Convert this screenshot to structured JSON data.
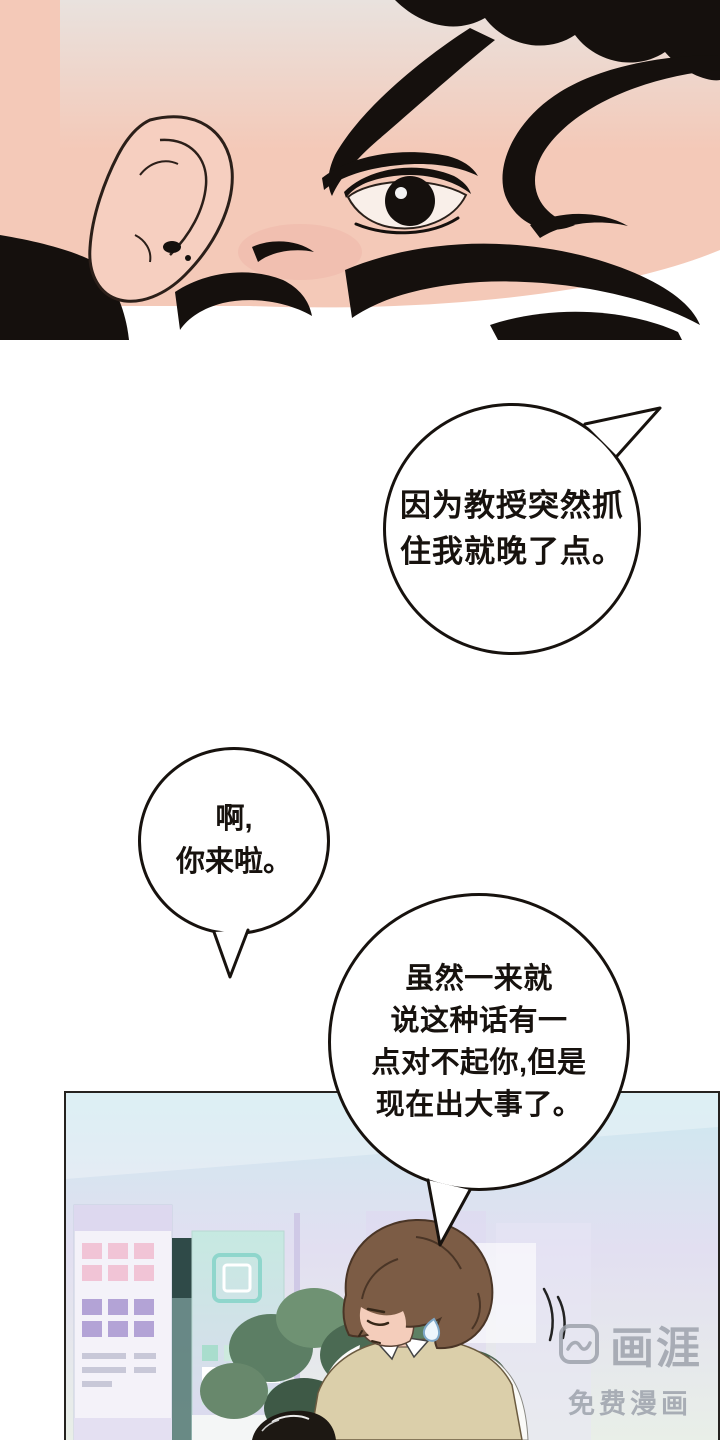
{
  "speech_bubbles": [
    {
      "id": "bubble-1",
      "lines": [
        "因为教授突然抓",
        "住我就晚了点。"
      ]
    },
    {
      "id": "bubble-2",
      "lines": [
        "啊,",
        "你来啦。"
      ]
    },
    {
      "id": "bubble-3",
      "lines": [
        "虽然一来就",
        "说这种话有一",
        "点对不起你,但是",
        "现在出大事了。"
      ]
    }
  ],
  "watermark": {
    "title": "画涯",
    "subtitle": "免费漫画"
  },
  "colors": {
    "ink": "#17120e",
    "skin": "#f4c9b8",
    "hair_black": "#15100d",
    "hair_brown": "#7c5c45",
    "vest_beige": "#dbcfaa",
    "panel_cyan": "#cde9ef",
    "panel_lavender": "#ded9f0",
    "foliage_green": "#5c7e64",
    "watermark_gray": "#9ba0aa"
  }
}
